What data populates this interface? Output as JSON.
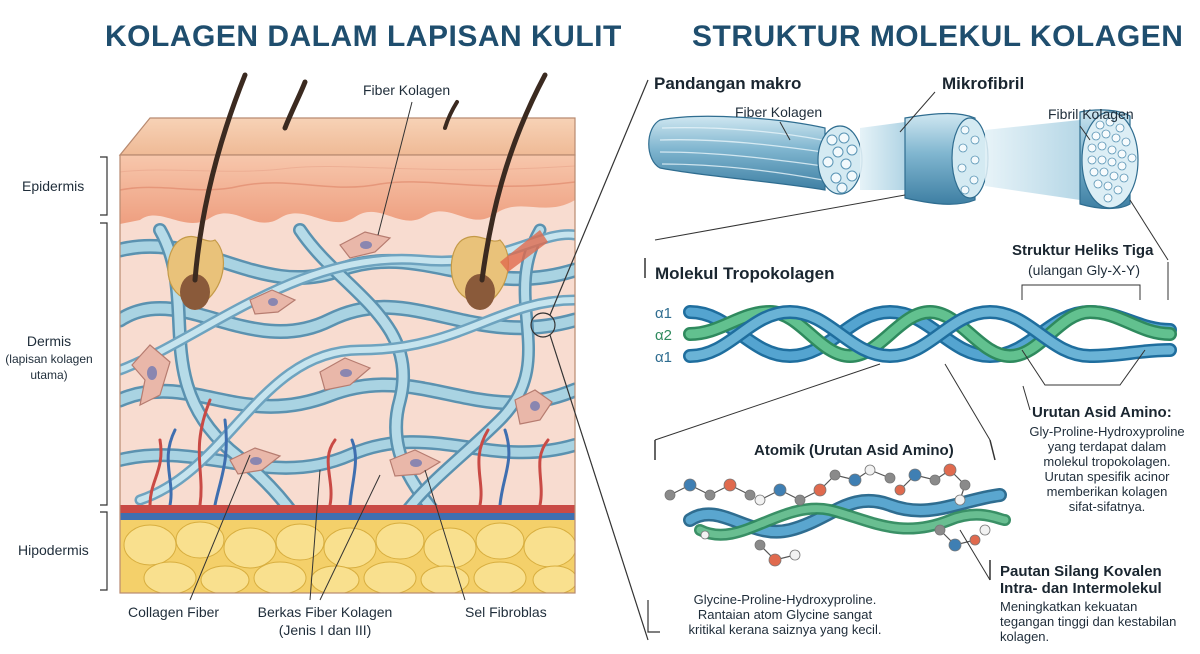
{
  "titles": {
    "left": "KOLAGEN DALAM LAPISAN KULIT",
    "right": "STRUKTUR MOLEKUL KOLAGEN"
  },
  "skin": {
    "epidermis": "Epidermis",
    "dermis": "Dermis",
    "dermis_sub1": "(lapisan kolagen",
    "dermis_sub2": "utama)",
    "hypodermis": "Hipodermis",
    "fiber_top": "Fiber Kolagen",
    "collagen_fiber": "Collagen Fiber",
    "bundle_line1": "Berkas Fiber Kolagen",
    "bundle_line2": "(Jenis I dan III)",
    "fibroblast": "Sel Fibroblas"
  },
  "macro": {
    "heading": "Pandangan makro",
    "fiber": "Fiber Kolagen",
    "microfibril": "Mikrofibril",
    "fibril": "Fibril Kolagen"
  },
  "tropo": {
    "heading": "Molekul Tropokolagen",
    "chains": [
      "α1",
      "α2",
      "α1"
    ],
    "helix_heading": "Struktur Heliks Tiga",
    "helix_sub": "(ulangan Gly-X-Y)"
  },
  "amino": {
    "heading": "Urutan Asid Amino:",
    "lines": [
      "Gly-Proline-Hydroxyproline",
      "yang terdapat dalam",
      "molekul tropokolagen.",
      "Urutan spesifik acinor",
      "memberikan kolagen",
      "sifat-sifatnya."
    ]
  },
  "atomic": {
    "heading": "Atomik (Urutan Asid Amino)",
    "lines": [
      "Glycine-Proline-Hydroxyproline.",
      "Rantaian atom Glycine sangat",
      "kritikal kerana saiznya yang kecil."
    ]
  },
  "crosslink": {
    "heading1": "Pautan Silang Kovalen",
    "heading2": "Intra- dan Intermolekul",
    "lines": [
      "Meningkatkan kekuatan",
      "tegangan tinggi dan kestabilan",
      "kolagen."
    ]
  },
  "colors": {
    "title": "#1f4e6e",
    "chain_blue": "#3f8fc0",
    "chain_green": "#4fae7e",
    "fiber_blue": "#9ccbdc",
    "epidermis": "#f3b99a",
    "dermis": "#f8dcd0",
    "fat": "#f4d36a"
  }
}
